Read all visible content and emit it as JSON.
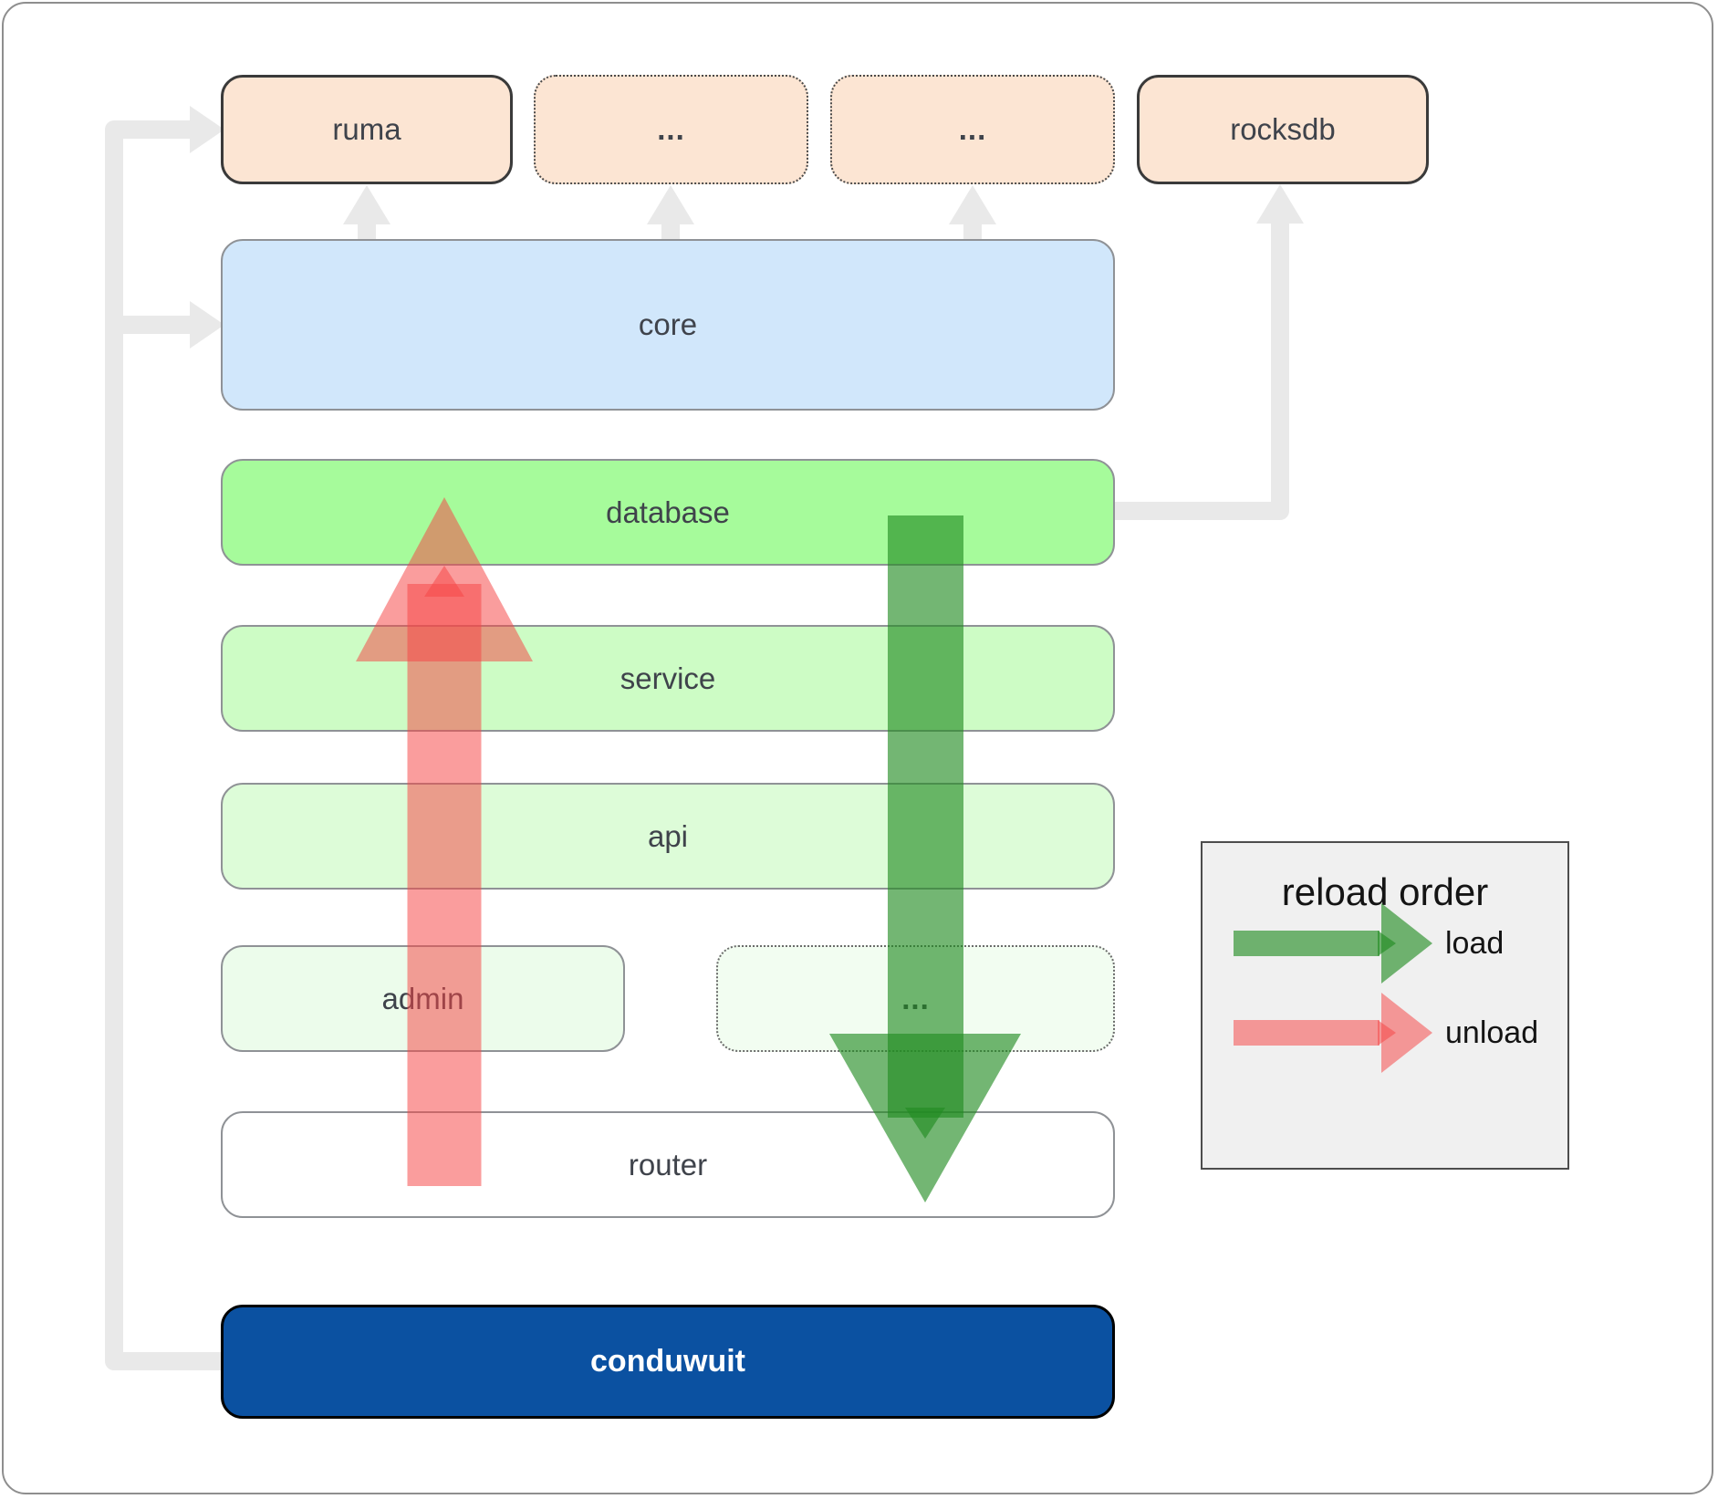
{
  "boxes": {
    "top_row": [
      {
        "label": "ruma",
        "border": "solid"
      },
      {
        "label": "...",
        "border": "dotted"
      },
      {
        "label": "...",
        "border": "dotted"
      },
      {
        "label": "rocksdb",
        "border": "solid"
      }
    ],
    "core": {
      "label": "core",
      "fill": "#D1E7FB"
    },
    "database": {
      "label": "database",
      "fill": "#A6FB9B"
    },
    "service": {
      "label": "service",
      "fill": "#CDFCC5"
    },
    "api": {
      "label": "api",
      "fill": "#DDFCD8"
    },
    "admin": {
      "label": "admin",
      "fill": "#ECFCEB"
    },
    "admin_ellipsis": {
      "label": "...",
      "fill": "#F2FDF1",
      "border": "dotted"
    },
    "router": {
      "label": "router",
      "fill": "#FFFFFF"
    },
    "conduwuit": {
      "label": "conduwuit",
      "fill": "#0B51A1",
      "text_color": "#FFFFFF"
    }
  },
  "legend": {
    "title": "reload order",
    "items": [
      {
        "label": "load",
        "color": "#228B22"
      },
      {
        "label": "unload",
        "color": "#F64646"
      }
    ]
  },
  "colors": {
    "top_row_fill": "#FCE5D3",
    "connector_gray": "#E9E9E9",
    "load_arrow_green": "#228B22",
    "unload_arrow_red": "#F64646",
    "box_border_gray": "#8F9296",
    "box_border_dark": "#3A3A3A",
    "legend_background": "#F0F0F0"
  }
}
